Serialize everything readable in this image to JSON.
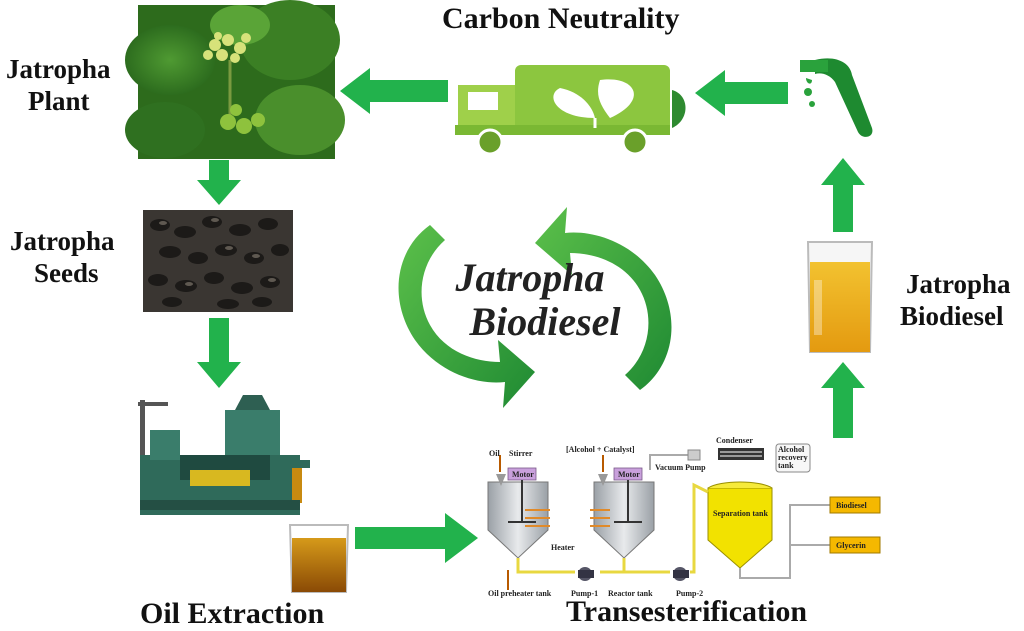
{
  "labels": {
    "carbon_neutrality": "Carbon Neutrality",
    "plant_line1": "Jatropha",
    "plant_line2": "Plant",
    "seeds_line1": "Jatropha",
    "seeds_line2": "Seeds",
    "biodiesel_line1": "Jatropha",
    "biodiesel_line2": "Biodiesel",
    "oil_extraction": "Oil Extraction",
    "transesterification": "Transesterification",
    "center_line1": "Jatropha",
    "center_line2": "Biodiesel"
  },
  "process": {
    "oil": "Oil",
    "stirrer": "Stirrer",
    "motor1": "Motor",
    "motor2": "Motor",
    "alcohol_catalyst": "[Alcohol + Catalyst]",
    "condenser": "Condenser",
    "vacuum_pump": "Vacuum Pump",
    "alcohol_recovery_1": "Alcohol",
    "alcohol_recovery_2": "recovery",
    "alcohol_recovery_3": "tank",
    "heater": "Heater",
    "separation_tank": "Separation tank",
    "biodiesel": "Biodiesel",
    "glycerin": "Glycerin",
    "oil_preheater_tank": "Oil preheater tank",
    "pump1": "Pump-1",
    "reactor_tank": "Reactor tank",
    "pump2": "Pump-2"
  },
  "colors": {
    "arrow_green": "#22b24c",
    "cycle_green": "#2f9e3c",
    "truck_green": "#8cc63f",
    "motor_purple": "#c9a0dc",
    "separation_yellow": "#f2e200",
    "product_box": "#f5b800",
    "oil_amber": "#c88a10"
  }
}
